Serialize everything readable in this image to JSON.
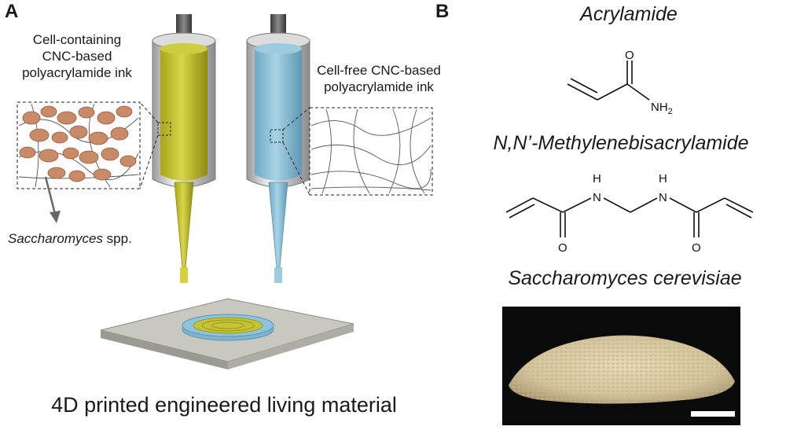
{
  "panel_a": {
    "letter": "A",
    "cell_ink_label": [
      "Cell-containing",
      "CNC-based",
      "polyacrylamide ink"
    ],
    "cellfree_ink_label": [
      "Cell-free CNC-based",
      "polyacrylamide ink"
    ],
    "yeast_label": {
      "italic": "Saccharomyces",
      "suffix": " spp."
    },
    "bottom_title": "4D printed engineered living material",
    "colors": {
      "cell_ink": "#c9c52f",
      "cellfree_ink": "#8cc3dd",
      "yeast": "#c98a68",
      "plate": "#bdbdb4"
    }
  },
  "panel_b": {
    "letter": "B",
    "acrylamide_title": "Acrylamide",
    "acrylamide_atoms": {
      "o": "O",
      "n": "NH",
      "sub": "2"
    },
    "mba_title": "N,N’-Methylenebisacrylamide",
    "mba_atoms": {
      "h1": "H",
      "n1": "N",
      "h2": "H",
      "n2": "N",
      "o1": "O",
      "o2": "O"
    },
    "yeast_title": "Saccharomyces cerevisiae",
    "photo": {
      "background": "#0a0a0a",
      "pellet_color": "#d8c9a4"
    }
  }
}
